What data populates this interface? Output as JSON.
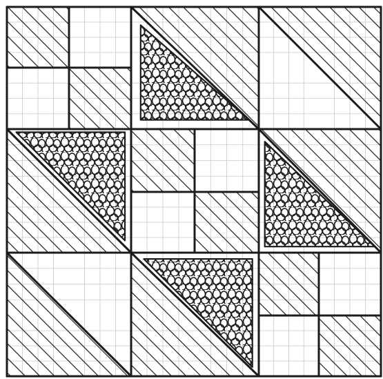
{
  "drawing": {
    "subject": "quilt-block-sketch",
    "colors": {
      "paper": "#ffffff",
      "grid": "#c9c9c9",
      "ink": "#1c1c1c"
    },
    "pattern": {
      "grid_cells": 6,
      "shaded_fill": "diagonal-hatching",
      "textured_fill": "loop-scribble"
    }
  }
}
